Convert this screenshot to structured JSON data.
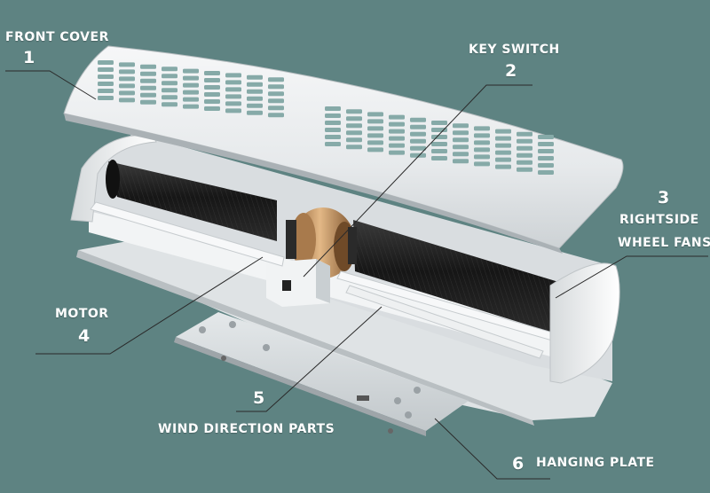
{
  "parts": [
    {
      "id": 1,
      "number": "1",
      "name": "FRONT COVER"
    },
    {
      "id": 2,
      "number": "2",
      "name": "KEY SWITCH"
    },
    {
      "id": 3,
      "number": "3",
      "name_line1": "RIGHTSIDE",
      "name_line2": "WHEEL FANS"
    },
    {
      "id": 4,
      "number": "4",
      "name": "MOTOR"
    },
    {
      "id": 5,
      "number": "5",
      "name": "WIND DIRECTION PARTS"
    },
    {
      "id": 6,
      "number": "6",
      "name": "HANGING PLATE"
    }
  ],
  "colors": {
    "background": "#5e8382",
    "label_text": "#ffffff",
    "leader_line": "#2a2a2a",
    "housing": "#eef0f1",
    "rotor": "#1c1c1c",
    "motor": "#c49360"
  }
}
